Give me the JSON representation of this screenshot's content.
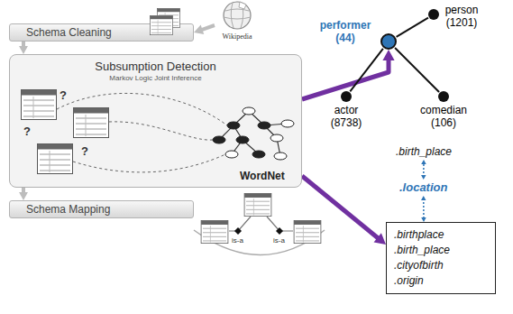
{
  "diagram": {
    "nodes": [
      {
        "text": [
          "Schema Cleaning"
        ]
      },
      {
        "text": [
          "Wikipedia"
        ]
      },
      {
        "text": [
          "Subsumption Detection",
          "Markov Logic Joint Inference"
        ]
      },
      {
        "text": [
          "Schema Mapping"
        ]
      },
      {
        "text": [
          "person (1201)"
        ]
      },
      {
        "text": [
          "performer (44)"
        ]
      },
      {
        "text": [
          "actor (8738)"
        ]
      },
      {
        "text": [
          "comedian (106)"
        ]
      },
      {
        "text": [
          ".birth_place"
        ]
      },
      {
        "text": [
          ".location"
        ]
      },
      {
        "text": [
          ".birthplace",
          ".birth_place",
          ".cityofbirth",
          ".origin"
        ]
      }
    ],
    "edges": [
      {
        "from": 1,
        "to": 0,
        "arrow": "to"
      },
      {
        "from": 0,
        "to": 2,
        "arrow": "to"
      },
      {
        "from": 2,
        "to": 3,
        "arrow": "to"
      },
      {
        "from": 2,
        "to": 5,
        "arrow": "to"
      },
      {
        "from": 2,
        "to": 10,
        "arrow": "to"
      },
      {
        "from": 5,
        "to": 4,
        "arrow": "none"
      },
      {
        "from": 5,
        "to": 6,
        "arrow": "none"
      },
      {
        "from": 5,
        "to": 7,
        "arrow": "none"
      },
      {
        "from": 9,
        "to": 8,
        "arrow": "both"
      },
      {
        "from": 9,
        "to": 10,
        "arrow": "both"
      }
    ],
    "labels": [
      "?",
      "?",
      "?",
      "WordNet",
      "is-a",
      "is-a"
    ]
  }
}
